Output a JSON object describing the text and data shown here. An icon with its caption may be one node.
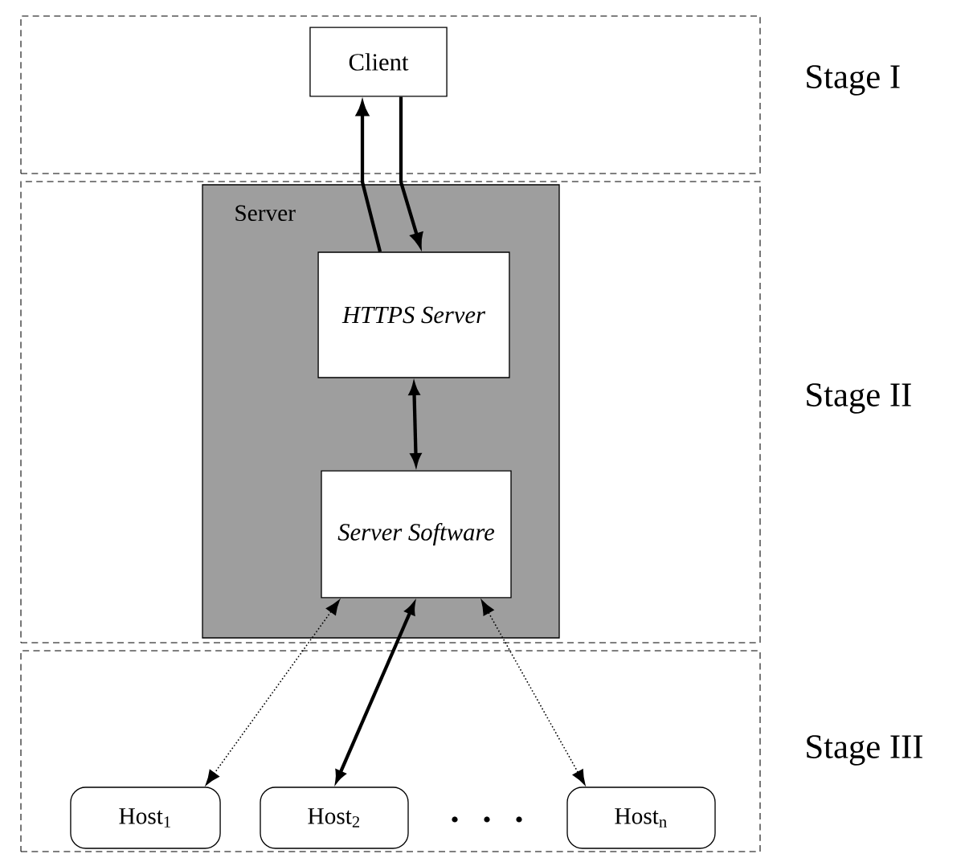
{
  "diagram": {
    "nodes": [
      {
        "text": [
          "Stage I"
        ]
      },
      {
        "text": [
          "Client"
        ],
        "in": 0
      },
      {
        "text": [
          "Stage II"
        ]
      },
      {
        "text": [
          "Server"
        ],
        "in": 2
      },
      {
        "text": [
          "HTTPS Server"
        ],
        "in": 3
      },
      {
        "text": [
          "Server Software"
        ],
        "in": 3
      },
      {
        "text": [
          "Stage III"
        ]
      },
      {
        "text": [
          "Host$_{1}$"
        ],
        "in": 6
      },
      {
        "text": [
          "Host$_{2}$"
        ],
        "in": 6
      },
      {
        "text": [
          "Host$_{n}$"
        ],
        "in": 6
      }
    ],
    "edges": [
      {
        "from": 4,
        "to": 1,
        "arrow": "to"
      },
      {
        "from": 1,
        "to": 4,
        "arrow": "to"
      },
      {
        "from": 4,
        "to": 5,
        "arrow": "both"
      },
      {
        "from": 5,
        "to": 7,
        "arrow": "both",
        "style": "dashed"
      },
      {
        "from": 5,
        "to": 8,
        "arrow": "both"
      },
      {
        "from": 5,
        "to": 9,
        "arrow": "both",
        "style": "dashed"
      }
    ]
  }
}
